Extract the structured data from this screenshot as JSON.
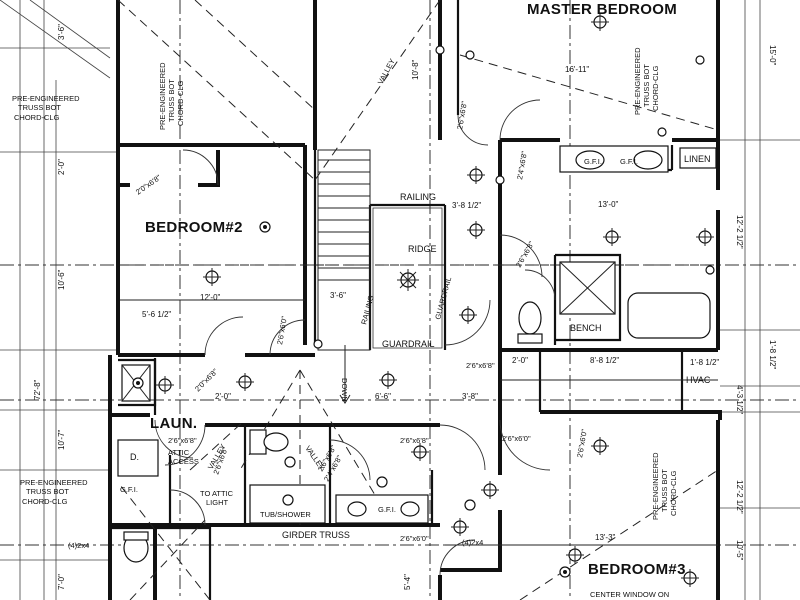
{
  "rooms": {
    "master_bedroom": "MASTER BEDROOM",
    "bedroom2": "BEDROOM#2",
    "bedroom3": "BEDROOM#3",
    "laundry": "LAUN."
  },
  "notes": {
    "truss_left_top": [
      "PRE-ENGINEERED",
      "TRUSS BOT",
      "CHORD-CLG"
    ],
    "truss_left_bottom": [
      "PRE-ENGINEERED",
      "TRUSS BOT",
      "CHORD-CLG"
    ],
    "truss_vertical_top_left": [
      "PRE-ENGINEERED",
      "TRUSS BOT",
      "CHORD-CLG"
    ],
    "truss_vertical_master": [
      "PRE-ENGINEERED",
      "TRUSS BOT",
      "CHORD-CLG"
    ],
    "truss_vertical_bed3": [
      "PRE-ENGINEERED",
      "TRUSS BOT",
      "CHORD-CLG"
    ],
    "railing": "RAILING",
    "ridge": "RIDGE",
    "guardrail": "GUARDRAIL",
    "guardrail_vertical": "GUARDRAIL",
    "railing_vertical": "RAILING",
    "down": "DOWN",
    "valley": "VALLEY",
    "linen": "LINEN",
    "bench": "BENCH",
    "hvac": "HVAC",
    "attic_access": [
      "ATTIC",
      "ACCESS"
    ],
    "to_attic_light": [
      "TO ATTIC",
      "LIGHT"
    ],
    "tub_shower": "TUB/SHOWER",
    "girder_truss": "GIRDER TRUSS",
    "dryer": "D.",
    "gfi": "G.F.I.",
    "center_window": "CENTER WINDOW ON",
    "header_2x4": "(4)2x4"
  },
  "doors": {
    "d1": "2'0\"x6'8\"",
    "d2": "2'6\"x6'8\"",
    "d3": "2'4\"x6'8\"",
    "d4": "2'6\"x6'0\"",
    "d5": "2'6\"x6'8\"",
    "d6": "2'0\"x6'8\"",
    "d7": "2'6\"x6'8\"",
    "d8": "2'6\"x6'8\"",
    "d9": "2'6\"x6'8\"",
    "d10": "2'6\"x6'0\"",
    "d11": "2'6\"x6'0\"",
    "d12": "2'6\"x6'8\"",
    "d13": "2'6\"x6'0\"",
    "d14": "2'6\"x6'8\"",
    "d15": "2'4\"x6'8\""
  },
  "dimensions": {
    "master_width": "16'-11\"",
    "master_depth": "10'-8\"",
    "bath_width": "13'-0\"",
    "hall_a": "3'-8 1/2\"",
    "bed2_width": "12'-0\"",
    "bed2_closet": "5'-6 1/2\"",
    "stair": "3'-6\"",
    "bath2_a": "2'-0\"",
    "bath2_b": "6'-6\"",
    "hall_b": "3'-8\"",
    "hall_c": "2'-0\"",
    "closet_w": "8'-8 1/2\"",
    "hvac_w": "1'-8 1/2\"",
    "bed3_width": "13'-3\"",
    "bed2_depth": "10'-6\"",
    "left_total": "72'-8\"",
    "left_a": "10'-7\"",
    "left_b": "2'-0\"",
    "left_c": "3'-6\"",
    "left_d": "7'-0\"",
    "right_a": "15'-0\"",
    "right_b": "12'-2 1/2\"",
    "right_c": "12'-2 1/2\"",
    "right_d": "1'-8 1/2\"",
    "right_e": "4'-3 1/2\"",
    "right_f": "10'-5\"",
    "bottom_a": "5'-4\""
  },
  "icon_names": [
    "ceiling-light-icon",
    "smoke-detector-icon",
    "outlet-icon"
  ]
}
